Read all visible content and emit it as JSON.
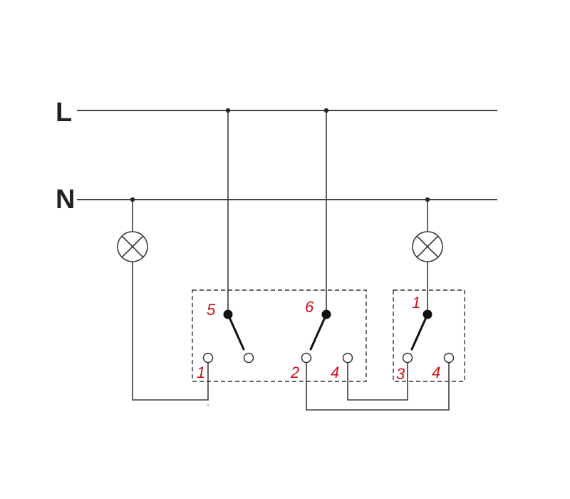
{
  "rails": {
    "line_label": "L",
    "neutral_label": "N"
  },
  "switch_double": {
    "terminals": {
      "t5": "5",
      "t6": "6",
      "t1": "1",
      "t2": "2",
      "t4": "4"
    }
  },
  "switch_single": {
    "terminals": {
      "t1": "1",
      "t3": "3",
      "t4": "4"
    }
  },
  "colors": {
    "wire": "#3a3a3a",
    "terminal_label": "#d0101a",
    "contact_fill": "#111111"
  }
}
